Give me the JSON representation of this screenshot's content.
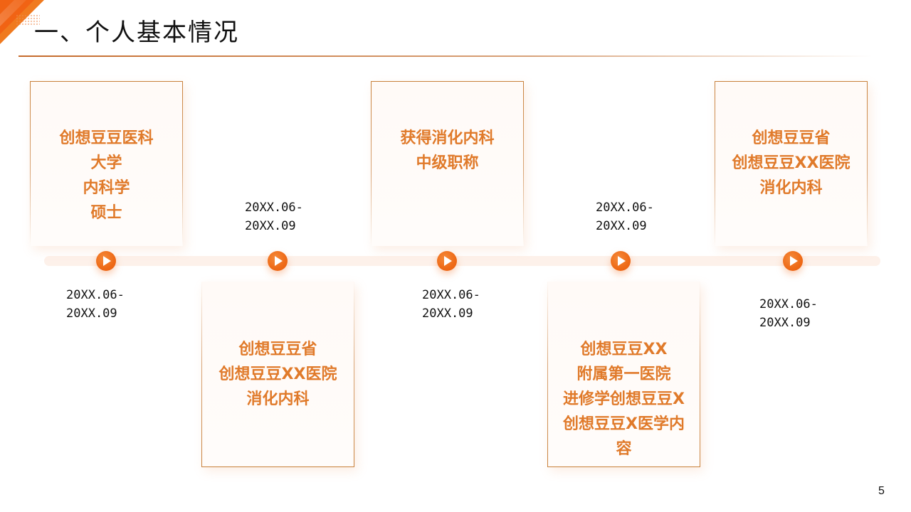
{
  "header": {
    "title": "一、个人基本情况"
  },
  "colors": {
    "accent": "#e07a2a",
    "marker": "#ee6a17",
    "card_border": "#c8803a",
    "track": "#fdf1ea"
  },
  "timeline": {
    "marker_icon": "play-icon",
    "items": [
      {
        "position": "top",
        "card_text": "创想豆豆医科\n大学\n内科学\n硕士",
        "date": "20XX.06-\n20XX.09"
      },
      {
        "position": "bottom",
        "card_text": "创想豆豆省\n创想豆豆XX医院\n消化内科",
        "date": "20XX.06-\n20XX.09"
      },
      {
        "position": "top",
        "card_text": "获得消化内科\n中级职称",
        "date": "20XX.06-\n20XX.09"
      },
      {
        "position": "bottom",
        "card_text": "创想豆豆XX\n附属第一医院\n进修学创想豆豆X\n创想豆豆X医学内\n容",
        "date": "20XX.06-\n20XX.09"
      },
      {
        "position": "top",
        "card_text": "创想豆豆省\n创想豆豆XX医院\n消化内科",
        "date": "20XX.06-\n20XX.09"
      }
    ]
  },
  "footer": {
    "page_number": "5"
  }
}
